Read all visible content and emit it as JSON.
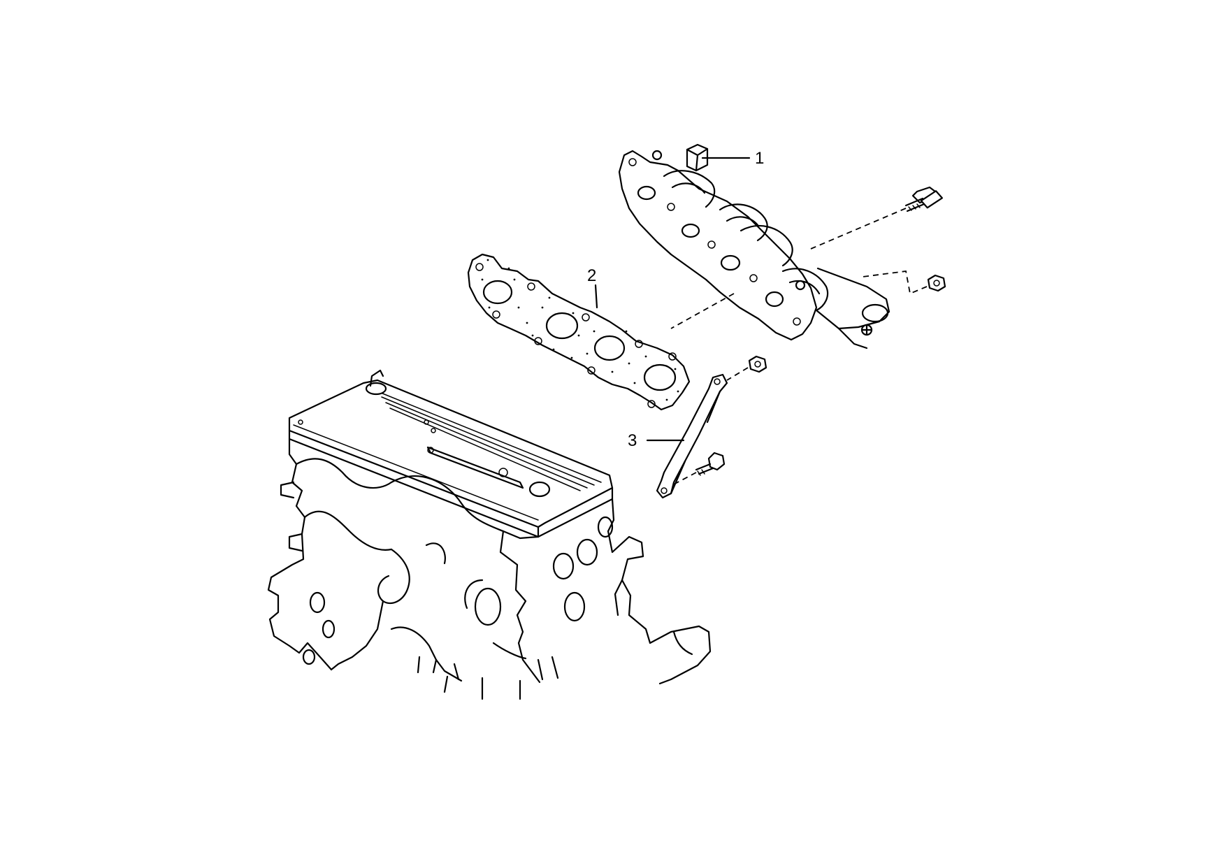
{
  "diagram": {
    "callouts": [
      {
        "id": "1",
        "label": "1"
      },
      {
        "id": "2",
        "label": "2"
      },
      {
        "id": "3",
        "label": "3"
      }
    ],
    "colors": {
      "line": "#000000",
      "background": "#ffffff"
    },
    "icons": [
      "exhaust-manifold-icon",
      "manifold-gasket-icon",
      "support-bracket-icon",
      "engine-block-icon",
      "bolt-icon",
      "nut-icon"
    ]
  }
}
